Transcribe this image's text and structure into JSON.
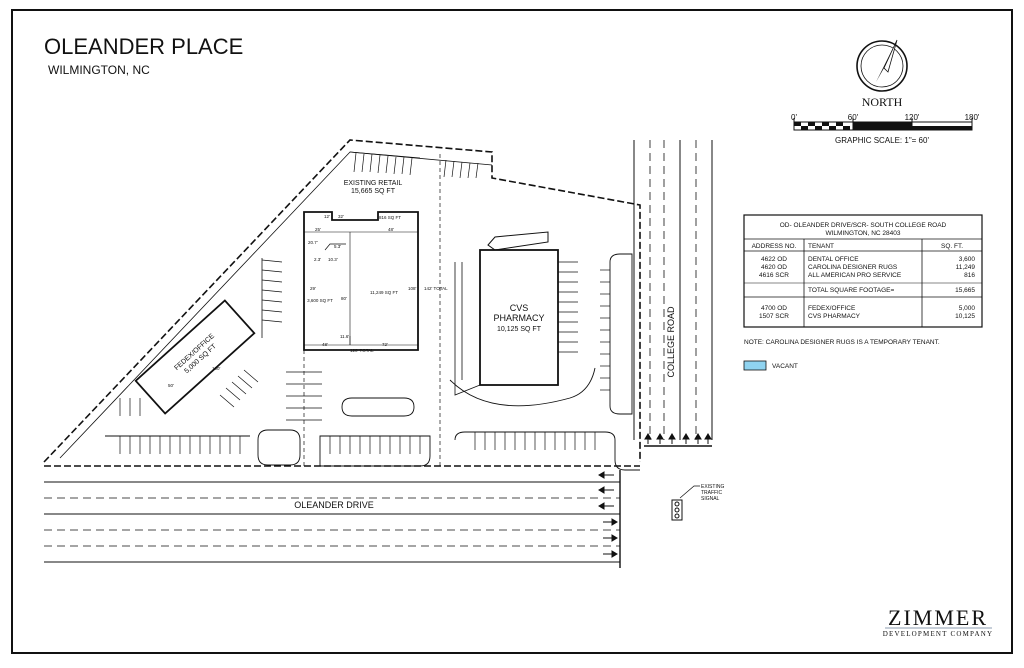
{
  "title": "OLEANDER PLACE",
  "subtitle": "WILMINGTON, NC",
  "north": {
    "label": "NORTH",
    "scale_ticks": [
      "0'",
      "60'",
      "120'",
      "180'"
    ],
    "scale_caption": "GRAPHIC SCALE: 1\"= 60'"
  },
  "site": {
    "existing_retail_label": "EXISTING RETAIL",
    "existing_retail_sqft": "15,665 SQ FT",
    "space_a_sqft": "3,600 SQ FT",
    "space_b_sqft": "11,249 SQ FT",
    "space_c_sqft": "816 SQ FT",
    "dims": {
      "d25": "25'",
      "d32": "32'",
      "d48": "48'",
      "d20_7": "20.7'",
      "d5_3": "5.3'",
      "d2_3": "2.3'",
      "d10_3": "10.3'",
      "d29": "29'",
      "d80": "80'",
      "d11_6": "11.6'",
      "d48b": "48'",
      "d72": "72'",
      "d120_total": "120' TOTAL",
      "d142_total": "142' TOTAL",
      "d108": "108'",
      "d12": "12'",
      "d50": "50'",
      "d100": "100'"
    },
    "fedex_label": "FEDEX/OFFICE",
    "fedex_sqft": "5,000 SQ FT",
    "cvs_label_1": "CVS",
    "cvs_label_2": "PHARMACY",
    "cvs_sqft": "10,125 SQ FT",
    "college_road": "COLLEGE ROAD",
    "oleander_drive": "OLEANDER DRIVE",
    "signal_label_1": "EXISTING",
    "signal_label_2": "TRAFFIC",
    "signal_label_3": "SIGNAL"
  },
  "table": {
    "header_1": "OD- OLEANDER DRIVE/SCR- SOUTH COLLEGE ROAD",
    "header_2": "WILMINGTON, NC 28403",
    "columns": [
      "ADDRESS NO.",
      "TENANT",
      "SQ. FT."
    ],
    "group1": [
      {
        "address": "4622 OD",
        "tenant": "DENTAL OFFICE",
        "sqft": "3,600"
      },
      {
        "address": "4620 OD",
        "tenant": "CAROLINA DESIGNER RUGS",
        "sqft": "11,249"
      },
      {
        "address": "4616 SCR",
        "tenant": "ALL AMERICAN PRO SERVICE",
        "sqft": "816"
      }
    ],
    "total_label": "TOTAL SQUARE FOOTAGE=",
    "total_value": "15,665",
    "group2": [
      {
        "address": "4700 OD",
        "tenant": "FEDEX/OFFICE",
        "sqft": "5,000"
      },
      {
        "address": "1507 SCR",
        "tenant": "CVS PHARMACY",
        "sqft": "10,125"
      }
    ]
  },
  "note": "NOTE: CAROLINA DESIGNER RUGS IS A TEMPORARY TENANT.",
  "legend": {
    "vacant_label": "VACANT",
    "vacant_color": "#8fd3f0"
  },
  "logo": {
    "name": "ZIMMER",
    "tagline": "DEVELOPMENT COMPANY",
    "color": "#1c3f66"
  }
}
